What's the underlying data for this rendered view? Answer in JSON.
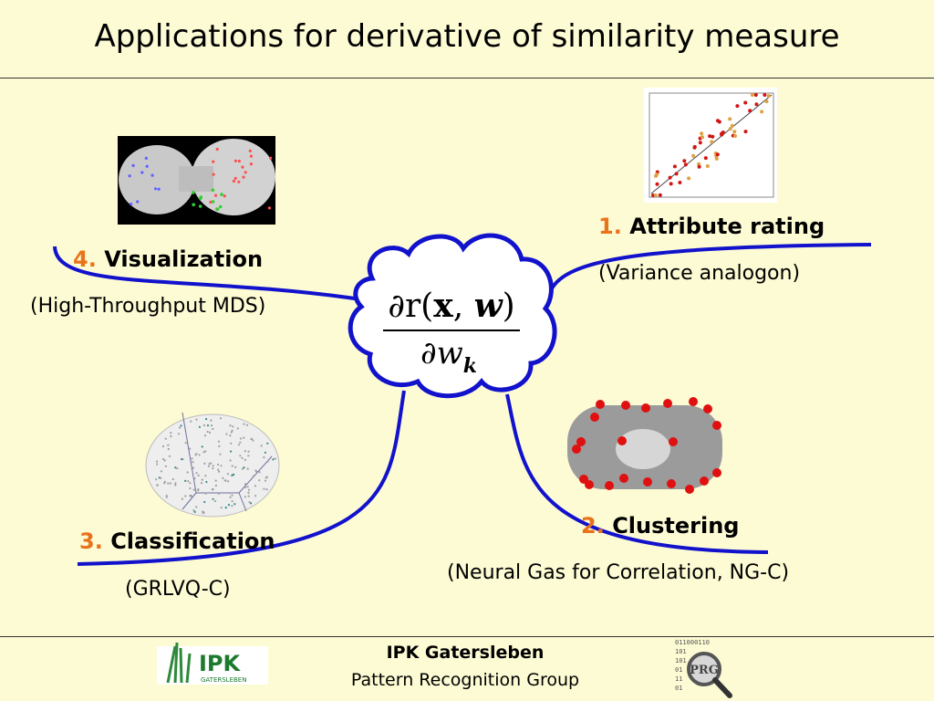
{
  "title": "Applications for derivative of similarity measure",
  "formula": {
    "num_prefix": "∂r(",
    "num_x": "x",
    "num_sep": ", ",
    "num_w": "w",
    "num_suffix": ")",
    "den_prefix": "∂w",
    "den_sub": "k"
  },
  "items": [
    {
      "num": "1.",
      "label": "Attribute rating",
      "sub": "(Variance analogon)"
    },
    {
      "num": "2.",
      "label": "Clustering",
      "sub": "(Neural Gas for Correlation, NG-C)"
    },
    {
      "num": "3.",
      "label": "Classification",
      "sub": "(GRLVQ-C)"
    },
    {
      "num": "4.",
      "label": "Visualization",
      "sub": "(High-Throughput MDS)"
    }
  ],
  "footer": {
    "name": "IPK Gatersleben",
    "group": "Pattern Recognition Group"
  },
  "logos": {
    "ipk": "IPK",
    "ipk_sub": "GATERSLEBEN",
    "prg": "PRG",
    "prg_bits": [
      "011000110",
      "101",
      "101",
      "01",
      "11",
      "01"
    ]
  },
  "colors": {
    "line": "#1212cc",
    "number": "#e8731a",
    "background": "#fdfbd4",
    "cluster_dot": "#e01010"
  }
}
